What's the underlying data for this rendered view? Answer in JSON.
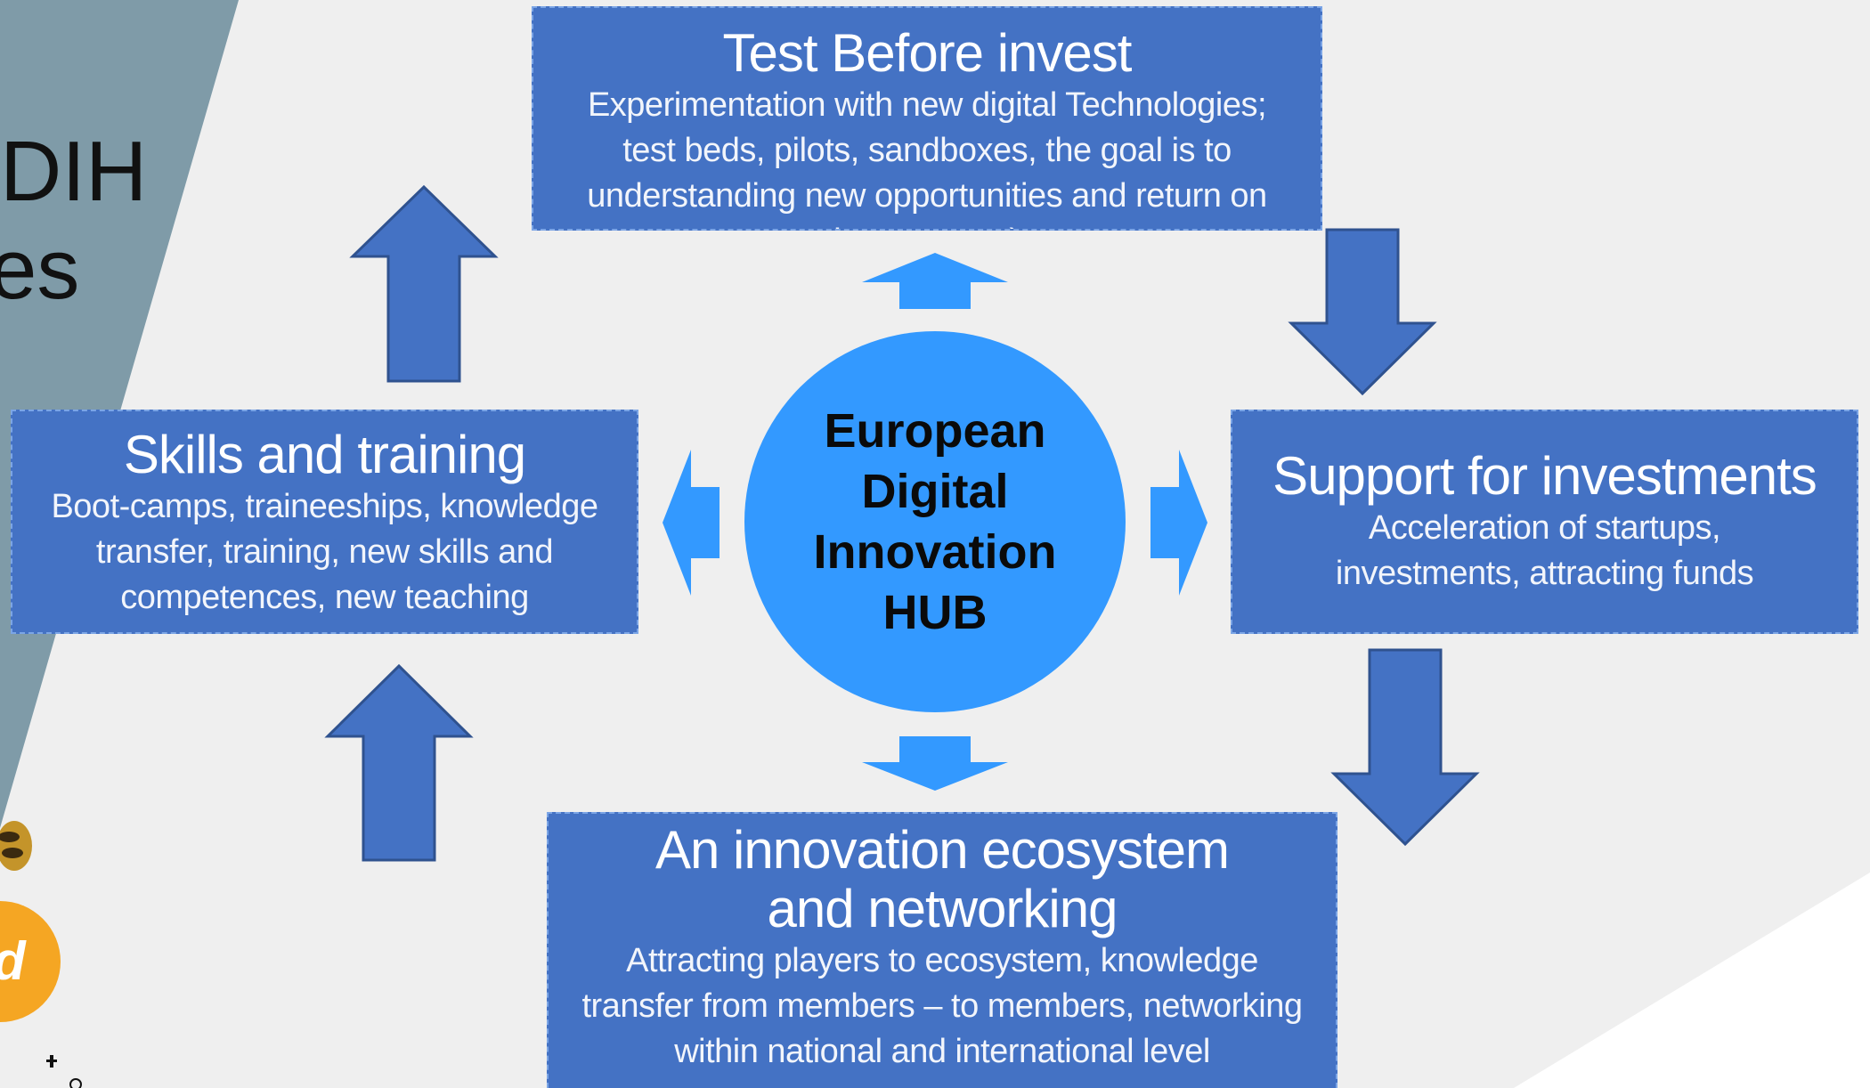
{
  "slide_title": {
    "line1": "DIH",
    "line2": "es"
  },
  "hub": {
    "label": "European\nDigital\nInnovation\nHUB"
  },
  "boxes": {
    "test": {
      "title": "Test Before invest",
      "description": "Experimentation with new digital Technologies; test beds, pilots, sandboxes, the goal is to understanding new opportunities and return on investments)"
    },
    "skills": {
      "title": "Skills and training",
      "description": "Boot-camps, traineeships, knowledge transfer, training, new skills and competences, new teaching programs"
    },
    "support": {
      "title": "Support for investments",
      "description": "Acceleration of startups, investments, attracting funds"
    },
    "ecosystem": {
      "title": "An innovation ecosystem and networking",
      "description": "Attracting players to ecosystem, knowledge transfer from members – to members, networking within national and international level"
    }
  },
  "colors": {
    "box_fill": "#4472c4",
    "hub_fill": "#3399ff",
    "small_arrow_fill": "#3399ff",
    "big_arrow_fill": "#4472c4",
    "background": "#efefef",
    "left_panel": "#7f9ba8",
    "badge": "#f5a623"
  }
}
